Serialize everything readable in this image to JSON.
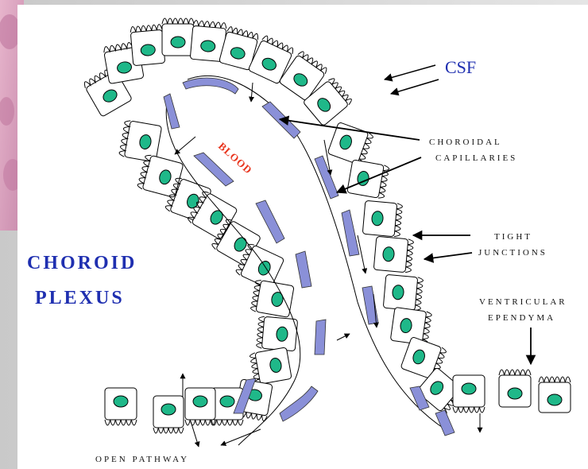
{
  "labels": {
    "csf": "CSF",
    "choroidal_capillaries_1": "CHOROIDAL",
    "choroidal_capillaries_2": "CAPILLARIES",
    "blood": "BLOOD",
    "tight_junctions_1": "TIGHT",
    "tight_junctions_2": "JUNCTIONS",
    "choroid_plexus_1": "CHOROID",
    "choroid_plexus_2": "PLEXUS",
    "ventricular_ependyma_1": "VENTRICULAR",
    "ventricular_ependyma_2": "EPENDYMA",
    "open_pathway": "OPEN PATHWAY"
  },
  "colors": {
    "cell_nucleus": "#1fb889",
    "capillary": "#8a90d8",
    "blue_label": "#1f2fb0",
    "blood_label": "#e8331c",
    "tissue_background": "#d9a3c0"
  }
}
